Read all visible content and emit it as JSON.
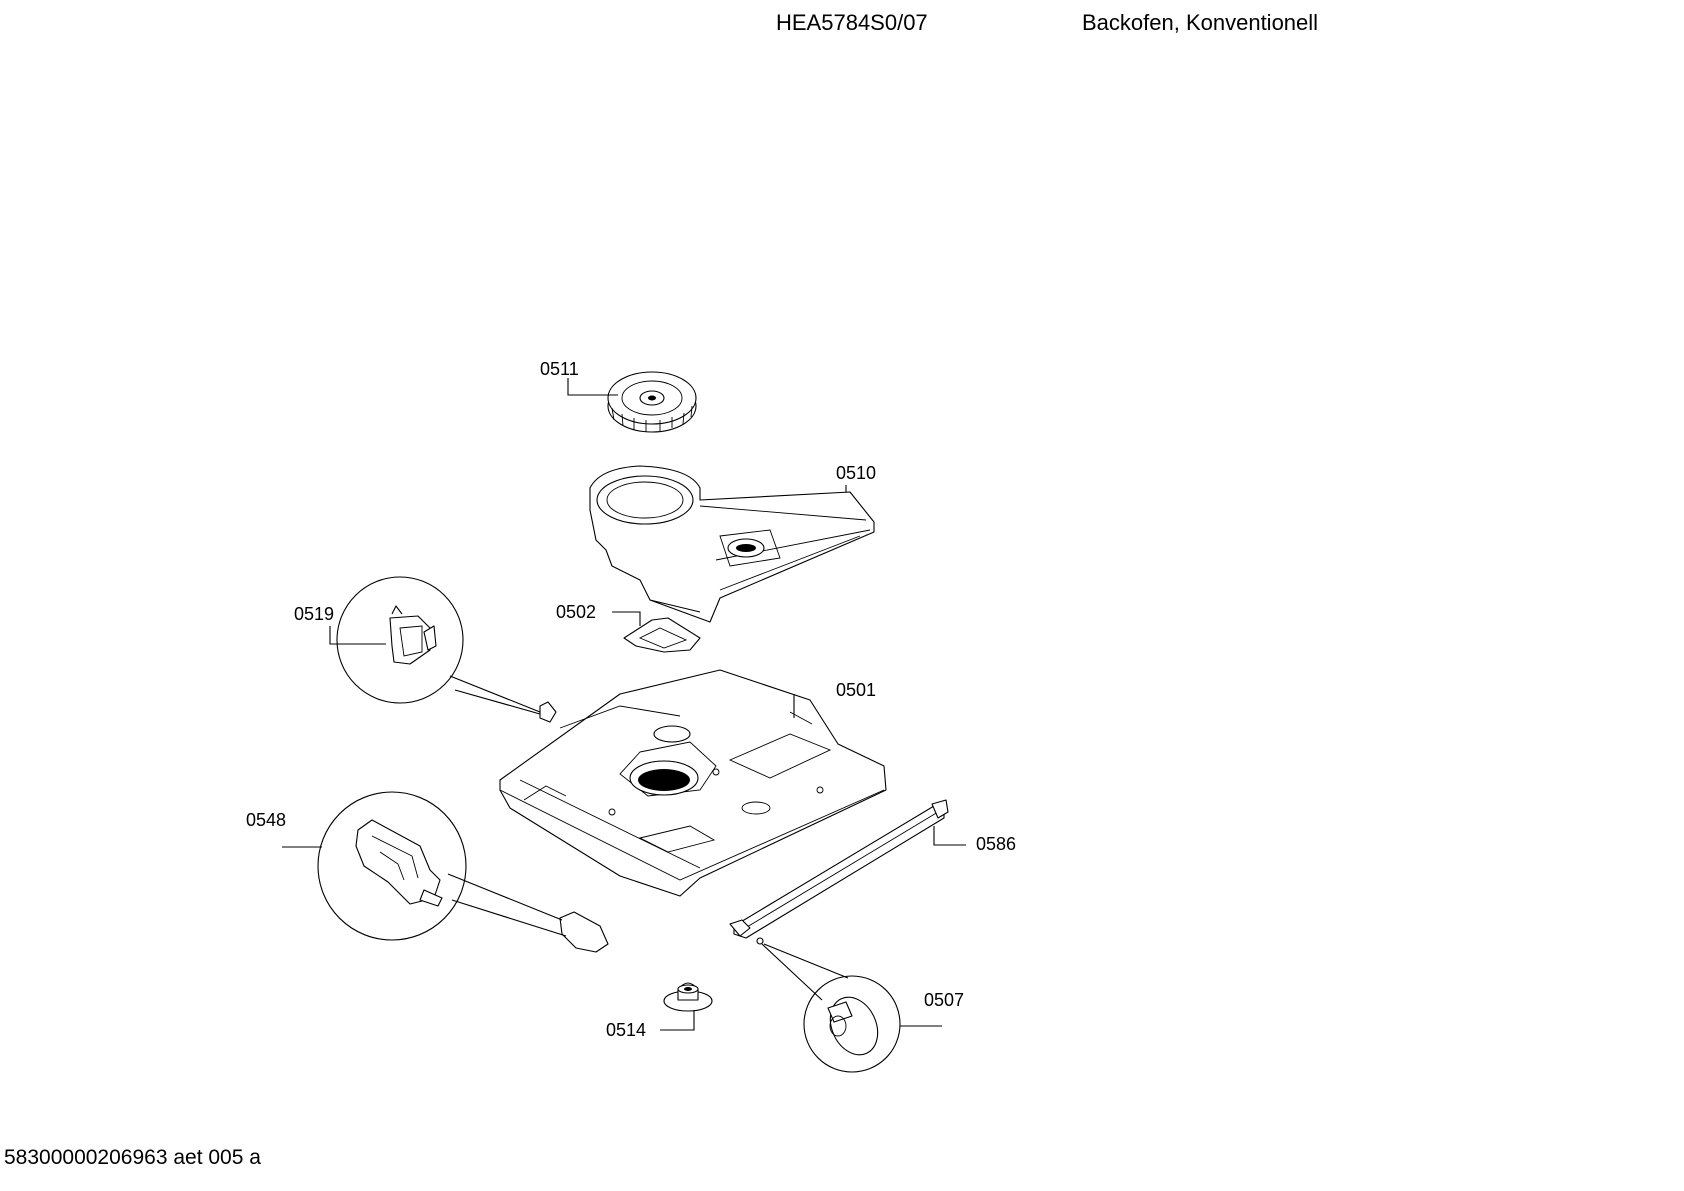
{
  "header": {
    "model": "HEA5784S0/07",
    "appliance_type": "Backofen, Konventionell"
  },
  "footer": {
    "document_code": "58300000206963 aet 005 a"
  },
  "parts": [
    {
      "id": "fan-wheel",
      "number": "0511"
    },
    {
      "id": "fan-cover",
      "number": "0510"
    },
    {
      "id": "cover-plate",
      "number": "0502"
    },
    {
      "id": "thermostat",
      "number": "0519"
    },
    {
      "id": "base-plate",
      "number": "0501"
    },
    {
      "id": "door-lock",
      "number": "0548"
    },
    {
      "id": "guide-rail",
      "number": "0586"
    },
    {
      "id": "foot",
      "number": "0514"
    },
    {
      "id": "cap",
      "number": "0507"
    }
  ]
}
